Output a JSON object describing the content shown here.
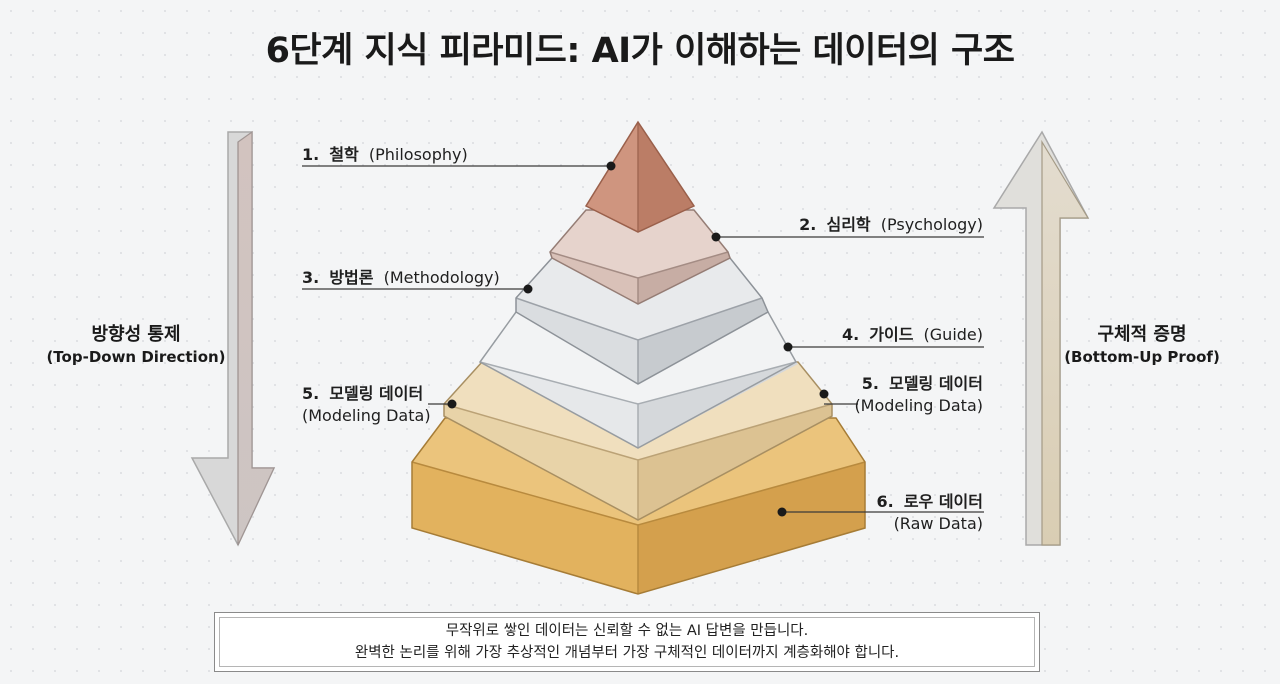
{
  "title": "6단계 지식 피라미드: AI가 이해하는 데이터의 구조",
  "left_arrow": {
    "label": "방향성 통제",
    "sublabel": "(Top-Down Direction)"
  },
  "right_arrow": {
    "label": "구체적 증명",
    "sublabel": "(Bottom-Up Proof)"
  },
  "layers": [
    {
      "num": "1.",
      "name": "철학",
      "en": "(Philosophy)",
      "side": "left",
      "colors": {
        "front": "#c98e78",
        "side": "#b87a64"
      }
    },
    {
      "num": "2.",
      "name": "심리학",
      "en": "(Psychology)",
      "side": "right",
      "colors": {
        "front": "#dcc5bd",
        "side": "#c9b0a8"
      }
    },
    {
      "num": "3.",
      "name": "방법론",
      "en": "(Methodology)",
      "side": "left",
      "colors": {
        "front": "#dde0e3",
        "side": "#c8ccd0"
      }
    },
    {
      "num": "4.",
      "name": "가이드",
      "en": "(Guide)",
      "side": "right",
      "colors": {
        "front": "#e7e8ea",
        "side": "#d3d6d9"
      }
    },
    {
      "num": "5.",
      "name": "모델링 데이터",
      "en": "(Modeling Data)",
      "side": "both",
      "colors": {
        "front": "#e9d3aa",
        "side": "#d8bf92"
      }
    },
    {
      "num": "6.",
      "name": "로우 데이터",
      "en": "(Raw Data)",
      "side": "right",
      "colors": {
        "front": "#e6b865",
        "side": "#d5a451"
      }
    }
  ],
  "note": {
    "line1": "무작위로 쌓인 데이터는 신뢰할 수 없는 AI 답변을 만듭니다.",
    "line2": "완벽한 논리를 위해 가장 추상적인 개념부터 가장 구체적인 데이터까지 계층화해야 합니다."
  }
}
